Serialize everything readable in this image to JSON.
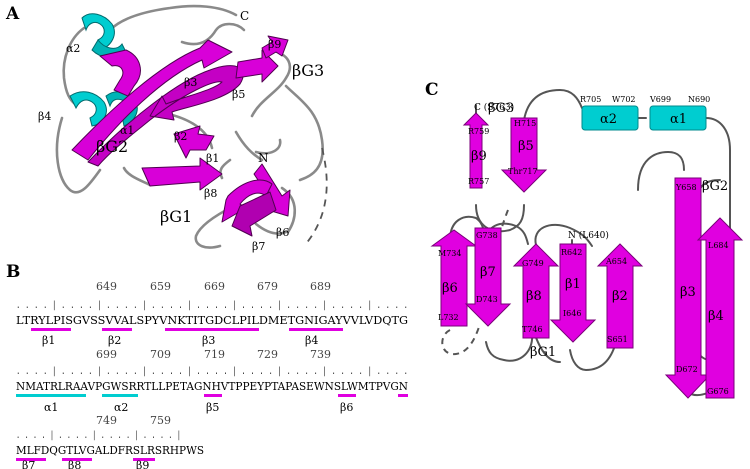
{
  "colors": {
    "strand": "#e000e0",
    "helix": "#00cdd0",
    "loop": "#8a8a8a",
    "text": "#000000"
  },
  "panels": {
    "a": "A",
    "b": "B",
    "c": "C"
  },
  "panel_a": {
    "labels": {
      "c_term": "C",
      "n_term": "N",
      "a2": "α2",
      "b9": "β9",
      "bG3": "βG3",
      "b3": "β3",
      "b5": "β5",
      "b4": "β4",
      "a1": "α1",
      "bG2": "βG2",
      "b2": "β2",
      "b1": "β1",
      "b8": "β8",
      "bG1": "βG1",
      "b6": "β6",
      "b7": "β7"
    }
  },
  "panel_b": {
    "ruler1": ". . . . | . . . . | . . . . | . . . . | . . . . | . . . . | . . . . | . . . . | . . . .",
    "ruler2": ". . . . | . . . . | . . . . | . . . . | . . . . | . . . . | . . . . | . . . . | . . . .",
    "ruler3": ". . . . | . . . . | . . . . | . . . . |",
    "nums1": [
      "649",
      "659",
      "669",
      "679",
      "689"
    ],
    "nums2": [
      "699",
      "709",
      "719",
      "729",
      "739"
    ],
    "nums3": [
      "749",
      "759"
    ],
    "seq1": "LTRYLPISGVSSVVALSPYVNKTITGDCLPILDMETGNIGAYVVLVDQTG",
    "seq2": "NMATRLRAAVPGWSRRTLLPETAGNHVTPPEYPTAPASEWNSLWMTPVGN",
    "seq3": "MLFDQGTLVGALDFRSLRSRHPWS",
    "ss1": [
      "β1",
      "β2",
      "β3",
      "β4"
    ],
    "ss2": [
      "α1",
      "α2",
      "β5",
      "β6"
    ],
    "ss3": [
      "β7",
      "β8",
      "β9"
    ]
  },
  "panel_c": {
    "c_term": "C (S763)",
    "n_term": "N (L640)",
    "groups": {
      "g1": "βG1",
      "g2": "βG2",
      "g3": "βG3"
    },
    "helices": {
      "a2": {
        "name": "α2",
        "left": "R705",
        "right": "W702"
      },
      "a1": {
        "name": "α1",
        "left": "V699",
        "right": "N690"
      }
    },
    "strands": {
      "b9": {
        "name": "β9",
        "top": "R759",
        "bottom": "R757"
      },
      "b5": {
        "name": "β5",
        "top": "H715",
        "bottom": "Thr717"
      },
      "b6": {
        "name": "β6",
        "top": "M734",
        "bottom": "L732"
      },
      "b7": {
        "name": "β7",
        "top": "G738",
        "bottom": "D743"
      },
      "b8": {
        "name": "β8",
        "top": "G749",
        "bottom": "T746"
      },
      "b1": {
        "name": "β1",
        "top": "R642",
        "bottom": "I646"
      },
      "b2": {
        "name": "β2",
        "top": "A654",
        "bottom": "S651"
      },
      "b3": {
        "name": "β3",
        "top": "Y658",
        "bottom": "D672"
      },
      "b4": {
        "name": "β4",
        "top": "L684",
        "bottom": "G676"
      }
    }
  }
}
